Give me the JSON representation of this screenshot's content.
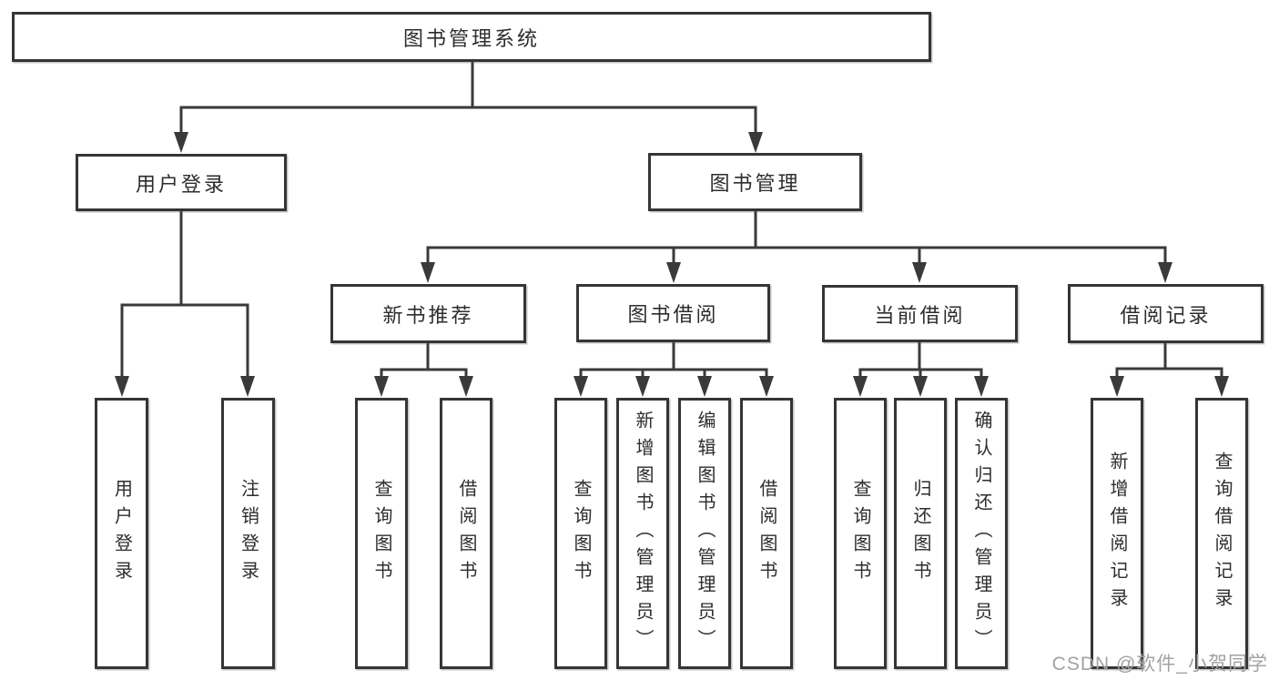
{
  "diagram": {
    "title": "图书管理系统",
    "tree": {
      "root": {
        "label": "图书管理系统"
      },
      "branches": [
        {
          "label": "用户登录",
          "children": [
            {
              "label": "用户登录"
            },
            {
              "label": "注销登录"
            }
          ]
        },
        {
          "label": "图书管理",
          "groups": [
            {
              "label": "新书推荐",
              "children": [
                {
                  "label": "查询图书"
                },
                {
                  "label": "借阅图书"
                }
              ]
            },
            {
              "label": "图书借阅",
              "children": [
                {
                  "label": "查询图书"
                },
                {
                  "label": "新增图书（管理员）"
                },
                {
                  "label": "编辑图书（管理员）"
                },
                {
                  "label": "借阅图书"
                }
              ]
            },
            {
              "label": "当前借阅",
              "children": [
                {
                  "label": "查询图书"
                },
                {
                  "label": "归还图书"
                },
                {
                  "label": "确认归还（管理员）"
                }
              ]
            },
            {
              "label": "借阅记录",
              "children": [
                {
                  "label": "新增借阅记录"
                },
                {
                  "label": "查询借阅记录"
                }
              ]
            }
          ]
        }
      ]
    },
    "colors": {
      "line": "#3a3a3a",
      "box_border": "#353535",
      "box_fill": "#ffffff",
      "text": "#2d2d2d",
      "watermark": "#a2a2a2",
      "background": "#ffffff"
    }
  },
  "watermark": {
    "text": "CSDN @软件_小贺同学"
  }
}
